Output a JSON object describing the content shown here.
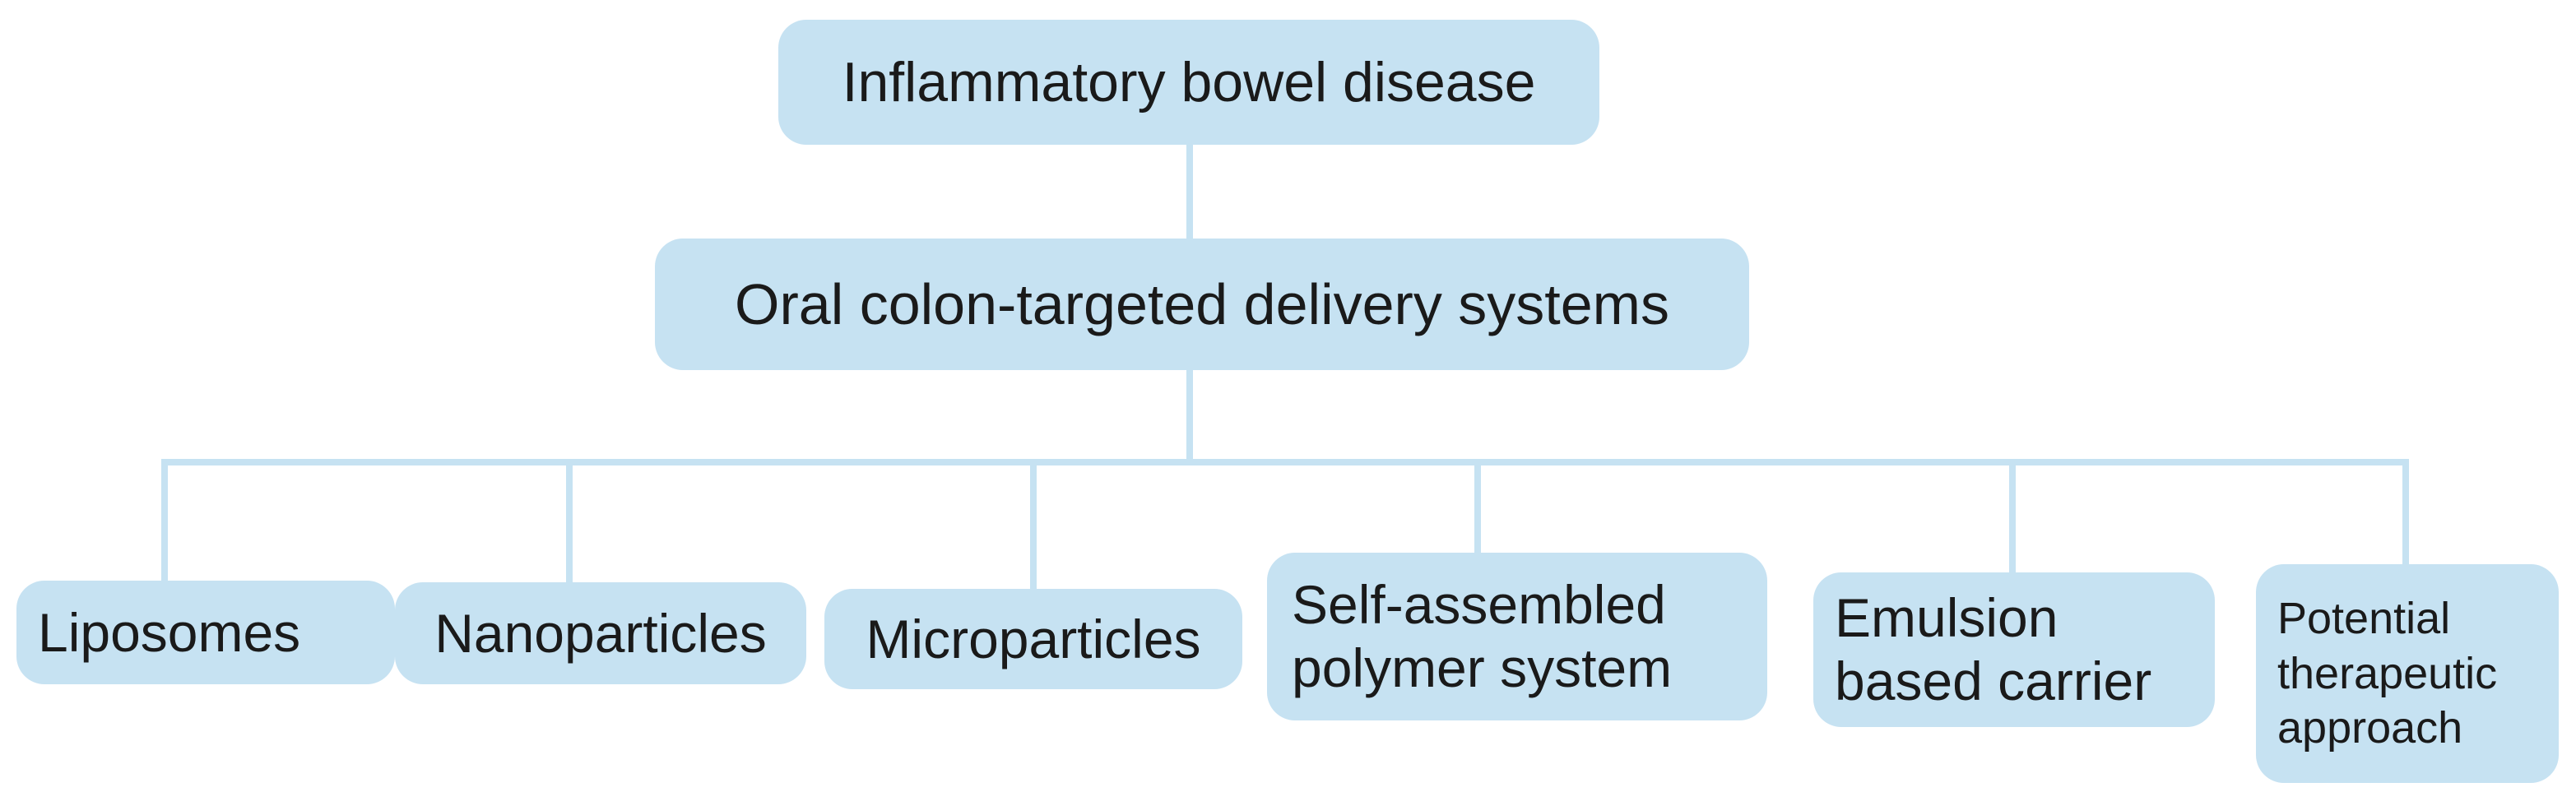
{
  "diagram": {
    "root": {
      "label": "Inflammatory bowel disease"
    },
    "middle": {
      "label": "Oral colon-targeted delivery systems"
    },
    "leaves": [
      {
        "label": "Liposomes"
      },
      {
        "label": "Nanoparticles"
      },
      {
        "label": "Microparticles"
      },
      {
        "label": "Self-assembled\npolymer system"
      },
      {
        "label": "Emulsion\nbased carrier"
      },
      {
        "label": "Potential\ntherapeutic\napproach"
      }
    ]
  },
  "colors": {
    "node_fill": "#c6e2f2",
    "connector": "#c6e2f2",
    "text": "#1a1a1a"
  }
}
